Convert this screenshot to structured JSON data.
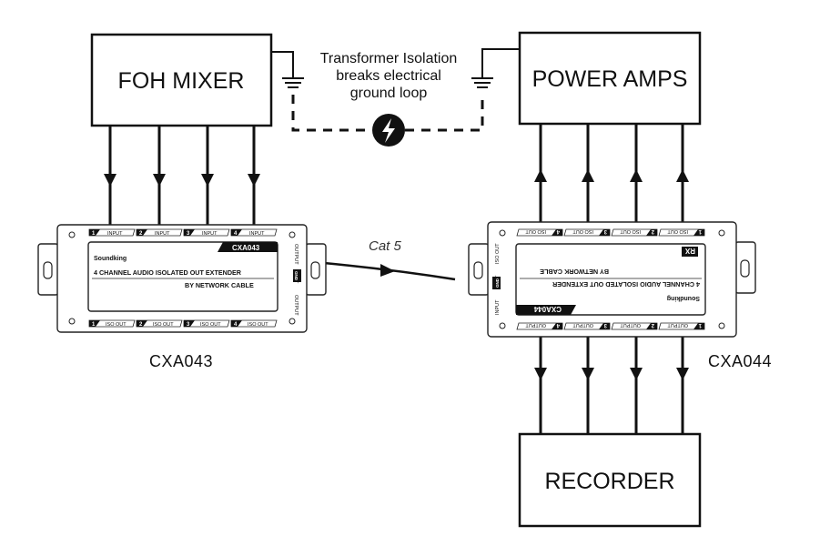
{
  "boxes": {
    "foh": "FOH MIXER",
    "amps": "POWER  AMPS",
    "recorder": "RECORDER"
  },
  "isolation_note": {
    "line1": "Transformer Isolation",
    "line2": "breaks electrical",
    "line3": "ground loop"
  },
  "cable_label": "Cat 5",
  "tx": {
    "model_caption": "CXA043",
    "brand": "Soundking",
    "badge": "CXA043",
    "desc1": "4 CHANNEL AUDIO ISOLATED OUT EXTENDER",
    "desc2": "BY NETWORK CABLE",
    "top_ports": [
      "INPUT",
      "INPUT",
      "INPUT",
      "INPUT"
    ],
    "bottom_ports": [
      "ISO OUT",
      "ISO OUT",
      "ISO OUT",
      "ISO OUT"
    ],
    "port_numbers": [
      "1",
      "2",
      "3",
      "4"
    ],
    "side_labels": [
      "OUTPUT",
      "LIFT",
      "GND",
      "OUTPUT"
    ]
  },
  "rx": {
    "model_caption": "CXA044",
    "brand": "Soundking",
    "badge": "CXA044",
    "rx_tag": "RX",
    "desc1": "4 CHANNEL AUDIO ISOLATED OUT EXTENDER",
    "desc2": "BY NETWORK CABLE",
    "top_ports": [
      "ISO OUT",
      "ISO OUT",
      "ISO OUT",
      "ISO OUT"
    ],
    "bottom_ports": [
      "OUTPUT",
      "OUTPUT",
      "OUTPUT",
      "OUTPUT"
    ],
    "port_numbers": [
      "4",
      "3",
      "2",
      "1"
    ],
    "side_labels": [
      "ISO OUT",
      "LIFT",
      "GND",
      "INPUT"
    ]
  }
}
